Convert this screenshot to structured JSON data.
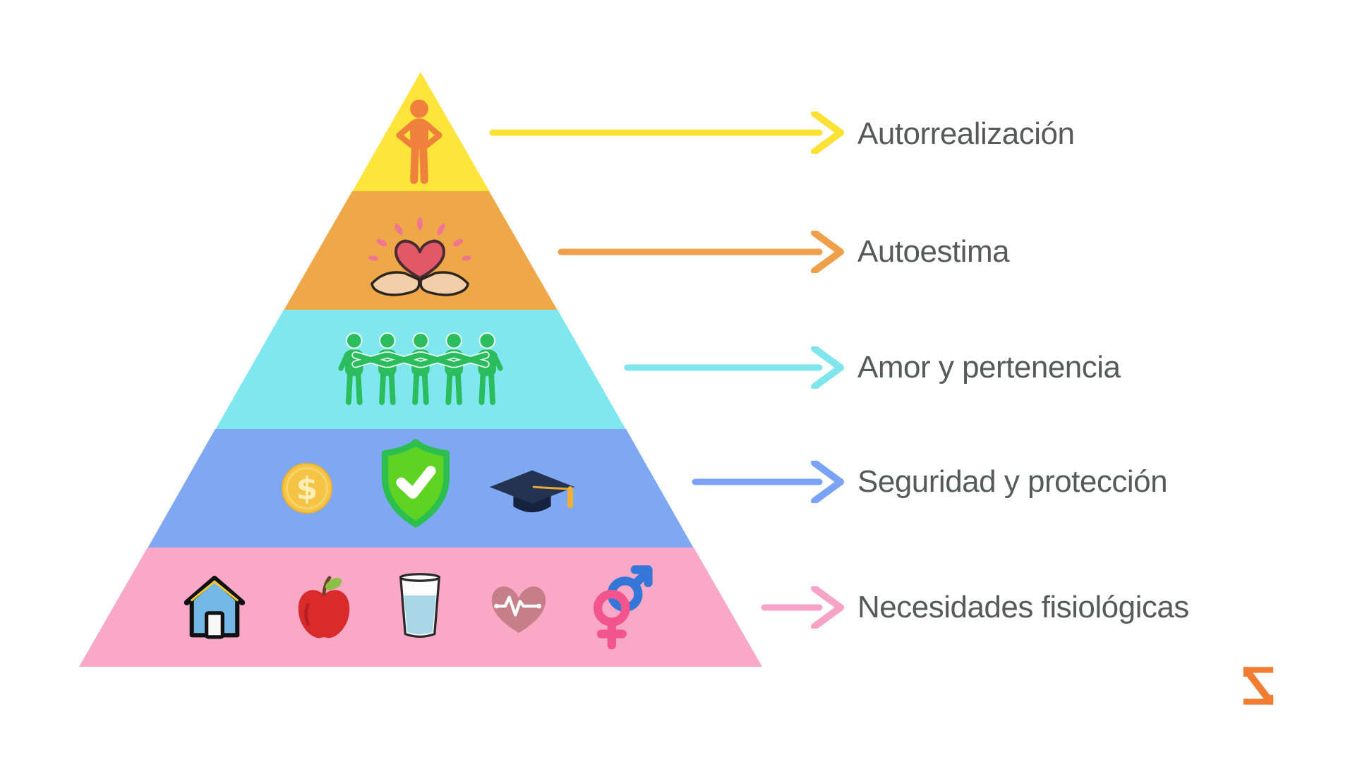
{
  "diagram_type": "pyramid-hierarchy",
  "levels": [
    {
      "label": "Autorrealización",
      "band_color": "#FFE43C",
      "arrow_color": "#FBE136",
      "icons": [
        "standing-person"
      ]
    },
    {
      "label": "Autoestima",
      "band_color": "#EFA848",
      "arrow_color": "#F0A04A",
      "icons": [
        "heart-in-hands"
      ]
    },
    {
      "label": "Amor y pertenencia",
      "band_color": "#7FE8EE",
      "arrow_color": "#80E5EC",
      "icons": [
        "five-people-arm-in-arm"
      ]
    },
    {
      "label": "Seguridad y protección",
      "band_color": "#7FA8F2",
      "arrow_color": "#7AA2F6",
      "icons": [
        "dollar-coin",
        "shield-check",
        "graduation-cap"
      ]
    },
    {
      "label": "Necesidades fisiológicas",
      "band_color": "#F9A9C6",
      "arrow_color": "#F7A3C6",
      "icons": [
        "house",
        "apple",
        "water-glass",
        "heart-pulse",
        "gender-symbols"
      ]
    }
  ],
  "coin_symbol": "$",
  "label_color": "#58595B",
  "background_color": "#FFFFFF",
  "logo_color": "#F07D32"
}
